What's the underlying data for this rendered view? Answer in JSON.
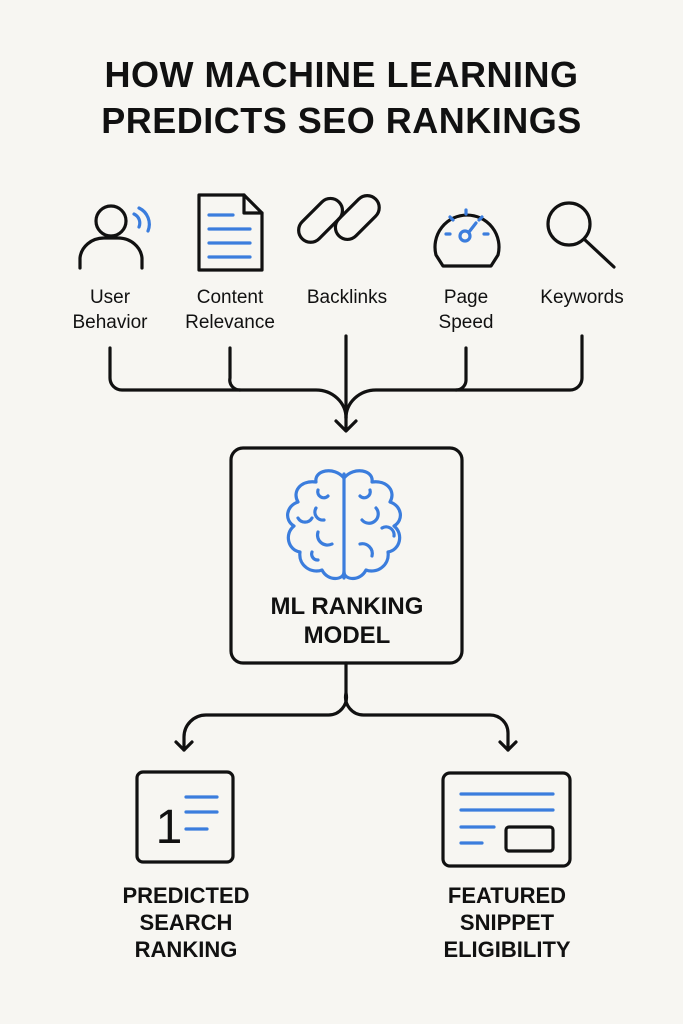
{
  "title": {
    "line1": "HOW MACHINE LEARNING",
    "line2": "PREDICTS SEO RANKINGS"
  },
  "inputs": [
    {
      "icon": "user-signal-icon",
      "line1": "User",
      "line2": "Behavior"
    },
    {
      "icon": "document-icon",
      "line1": "Content",
      "line2": "Relevance"
    },
    {
      "icon": "link-icon",
      "line1": "Backlinks",
      "line2": ""
    },
    {
      "icon": "speedometer-icon",
      "line1": "Page",
      "line2": "Speed"
    },
    {
      "icon": "magnifier-icon",
      "line1": "Keywords",
      "line2": ""
    }
  ],
  "model": {
    "icon": "brain-icon",
    "line1": "ML RANKING",
    "line2": "MODEL"
  },
  "outputs": [
    {
      "icon": "ranked-list-icon",
      "icon_digit": "1",
      "line1": "PREDICTED",
      "line2": "SEARCH",
      "line3": "RANKING"
    },
    {
      "icon": "snippet-card-icon",
      "line1": "FEATURED",
      "line2": "SNIPPET",
      "line3": "ELIGIBILITY"
    }
  ],
  "colors": {
    "background": "#f7f6f2",
    "ink": "#111111",
    "accent": "#3b7ddd"
  }
}
